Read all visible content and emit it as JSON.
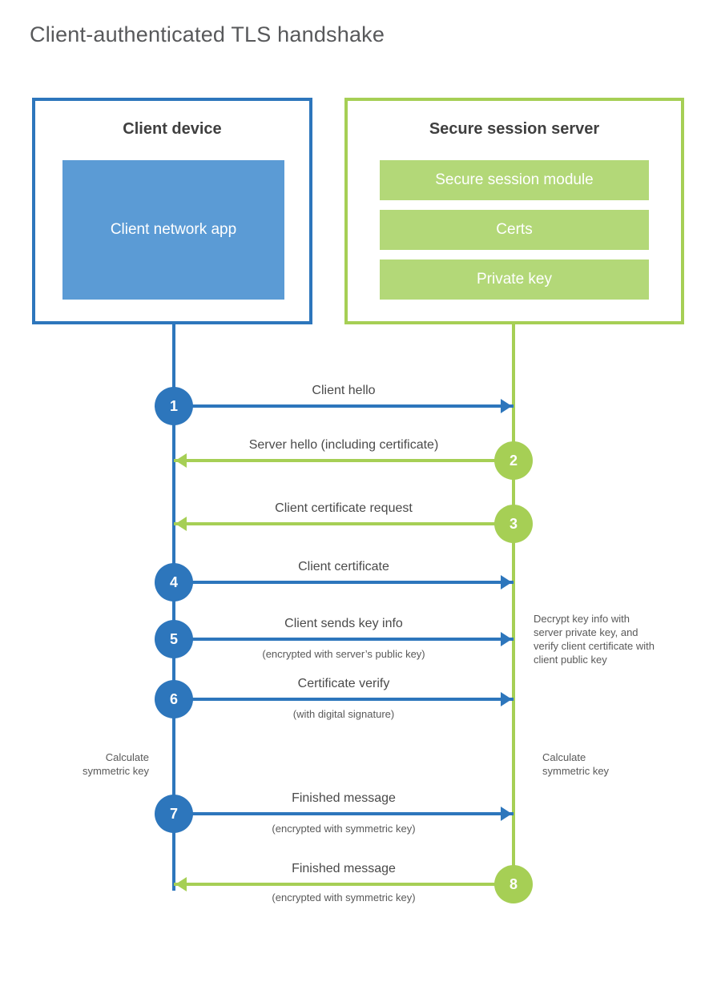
{
  "title": "Client-authenticated TLS handshake",
  "colors": {
    "blue_stroke": "#2d76bc",
    "blue_fill": "#5b9bd5",
    "green_stroke": "#a6cf55",
    "green_fill": "#b3d878"
  },
  "client": {
    "heading": "Client device",
    "app_label": "Client network app"
  },
  "server": {
    "heading": "Secure session server",
    "modules": [
      {
        "label": "Secure session module"
      },
      {
        "label": "Certs"
      },
      {
        "label": "Private key"
      }
    ]
  },
  "steps": [
    {
      "num": "1",
      "label": "Client hello",
      "sublabel": "",
      "direction": "right",
      "actor": "client"
    },
    {
      "num": "2",
      "label": "Server hello (including certificate)",
      "sublabel": "",
      "direction": "left",
      "actor": "server"
    },
    {
      "num": "3",
      "label": "Client certificate request",
      "sublabel": "",
      "direction": "left",
      "actor": "server"
    },
    {
      "num": "4",
      "label": "Client certificate",
      "sublabel": "",
      "direction": "right",
      "actor": "client"
    },
    {
      "num": "5",
      "label": "Client sends key info",
      "sublabel": "(encrypted with server’s public key)",
      "direction": "right",
      "actor": "client"
    },
    {
      "num": "6",
      "label": "Certificate verify",
      "sublabel": "(with digital signature)",
      "direction": "right",
      "actor": "client"
    },
    {
      "num": "7",
      "label": "Finished message",
      "sublabel": "(encrypted with symmetric key)",
      "direction": "right",
      "actor": "client"
    },
    {
      "num": "8",
      "label": "Finished message",
      "sublabel": "(encrypted with symmetric key)",
      "direction": "left",
      "actor": "server"
    }
  ],
  "annotations": {
    "decrypt_note": "Decrypt key info with server private key, and verify client certificate with client public key",
    "calculate_left": "Calculate symmetric key",
    "calculate_right": "Calculate symmetric key"
  }
}
